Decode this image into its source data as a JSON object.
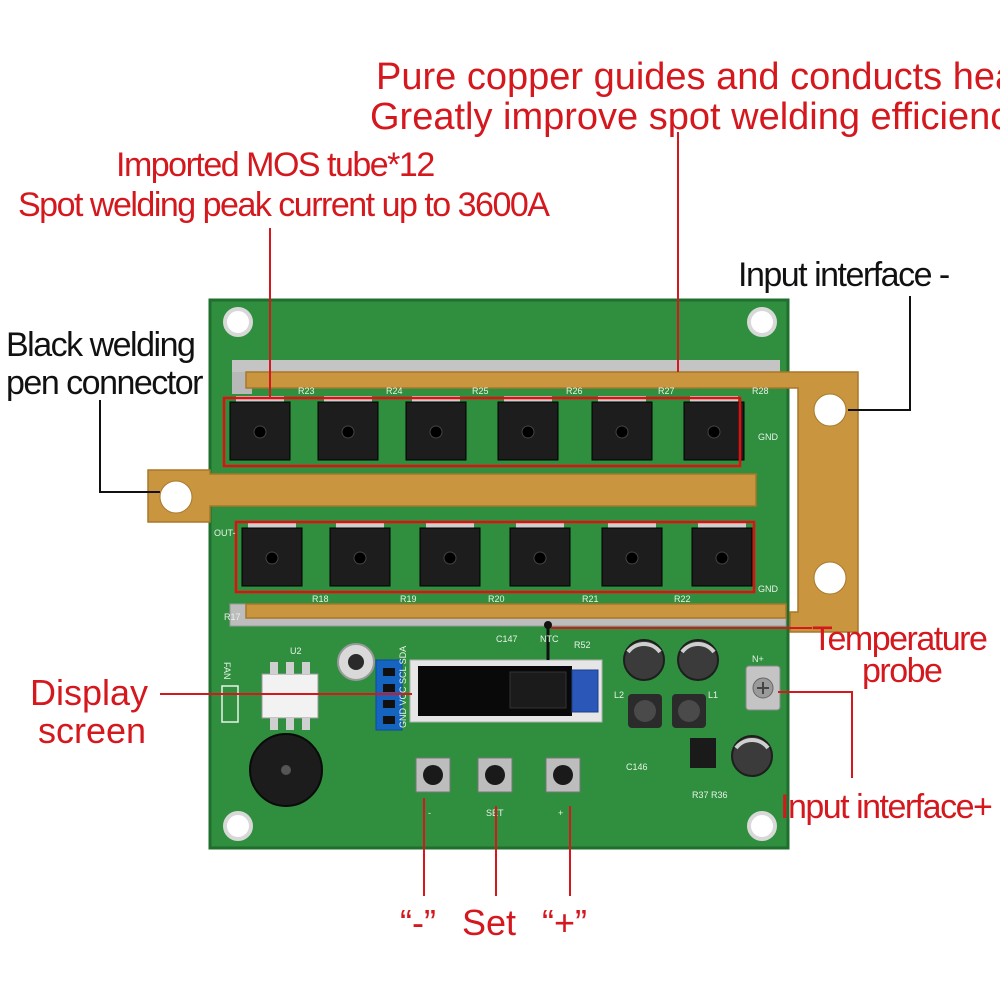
{
  "annotations": {
    "copper_line1": "Pure copper guides and conducts heat",
    "copper_line2": "Greatly improve spot welding efficiency",
    "mos_line1": "Imported MOS tube*12",
    "mos_line2": "Spot welding peak current up to 3600A",
    "input_minus": "Input interface -",
    "black_pen_line1": "Black welding",
    "black_pen_line2": "pen connector",
    "temp_line1": "Temperature",
    "temp_line2": "probe",
    "display_line1": "Display",
    "display_line2": "screen",
    "input_plus": "Input interface+",
    "btn_minus": "“-”",
    "btn_set": "Set",
    "btn_plus": "“+”"
  },
  "silkscreen": {
    "top_refs": [
      "R23",
      "R24",
      "R25",
      "R26",
      "R27",
      "R28"
    ],
    "bottom_refs": [
      "R18",
      "R19",
      "R20",
      "R21",
      "R22"
    ],
    "gnd": "GND",
    "out": "OUT-",
    "fan": "FAN",
    "ntc": "NTC",
    "btn_minus": "-",
    "btn_set": "SET",
    "btn_plus": "+",
    "oled_pins": "GND VCC SCL SDA",
    "c147": "C147",
    "r52": "R52",
    "u2": "U2",
    "l1": "L1",
    "l2": "L2",
    "c146": "C146",
    "r37_r36": "R37 R36",
    "r17": "R17",
    "n_plus": "N+"
  },
  "colors": {
    "pcb": "#2f8f3e",
    "pcb_dark": "#1f6e2d",
    "copper": "#c9953e",
    "annotation_red": "#d4181e",
    "highlight_box": "#e01010"
  }
}
